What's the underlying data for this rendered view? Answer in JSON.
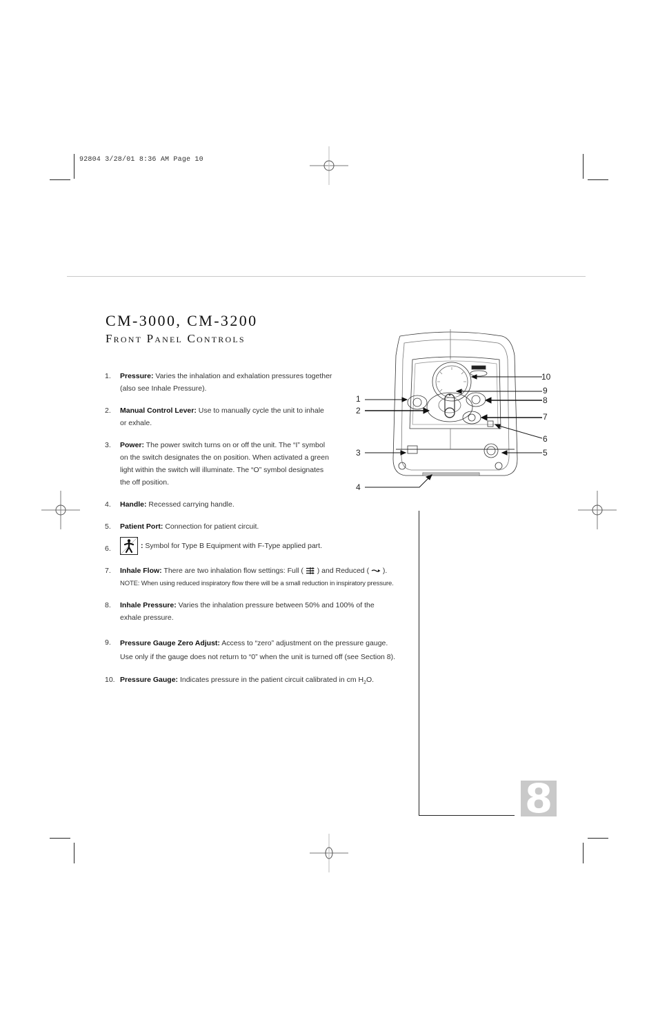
{
  "slug": {
    "text": "92804  3/28/01  8:36 AM  Page 10"
  },
  "header": {
    "title": "CM-3000, CM-3200",
    "subtitle": "Front Panel Controls"
  },
  "items": [
    {
      "num": "1.",
      "label": "Pressure:",
      "text": " Varies the inhalation and exhalation pressures together",
      "line2": "(also see Inhale Pressure)."
    },
    {
      "num": "2.",
      "label": "Manual Control Lever:",
      "text": " Use to manually cycle the unit to inhale",
      "line2": "or exhale."
    },
    {
      "num": "3.",
      "label": "Power:",
      "text": " The power switch turns on or off the unit. The “I” symbol",
      "line2": "on the switch designates the on position. When activated a green",
      "line3": "light within the switch will illuminate. The “O” symbol designates",
      "line4": "the off position."
    },
    {
      "num": "4.",
      "label": "Handle:",
      "text": " Recessed carrying handle."
    },
    {
      "num": "5.",
      "label": "Patient Port:",
      "text": " Connection for patient circuit."
    },
    {
      "num": "6.",
      "label": ":",
      "text": " Symbol for Type B Equipment with F-Type applied part.",
      "icon": "type-b-applied-part-icon"
    },
    {
      "num": "7.",
      "label": "Inhale Flow:",
      "text": " There are two inhalation flow settings: Full (",
      "mid": ") and Reduced (",
      "end": ").",
      "note": "NOTE: When using reduced inspiratory flow there will be a small reduction in inspiratory pressure.",
      "icons": [
        "full-flow-icon",
        "reduced-flow-icon"
      ]
    },
    {
      "num": "8.",
      "label": "Inhale Pressure:",
      "text": " Varies the inhalation pressure between 50% and 100% of the",
      "line2": "exhale pressure."
    },
    {
      "num": "9.",
      "label": "Pressure Gauge Zero Adjust:",
      "text": " Access to “zero” adjustment on the pressure gauge.",
      "line2": "Use only if the gauge does not return to “0” when the unit is turned off (see Section 8)."
    },
    {
      "num": "10.",
      "label": "Pressure Gauge:",
      "text": " Indicates pressure in the patient circuit calibrated in cm H",
      "sub": "2",
      "end": "O."
    }
  ],
  "figure": {
    "callouts": [
      "1",
      "2",
      "3",
      "4",
      "5",
      "6",
      "7",
      "8",
      "9",
      "10"
    ]
  },
  "section_tab": {
    "number": "8"
  }
}
